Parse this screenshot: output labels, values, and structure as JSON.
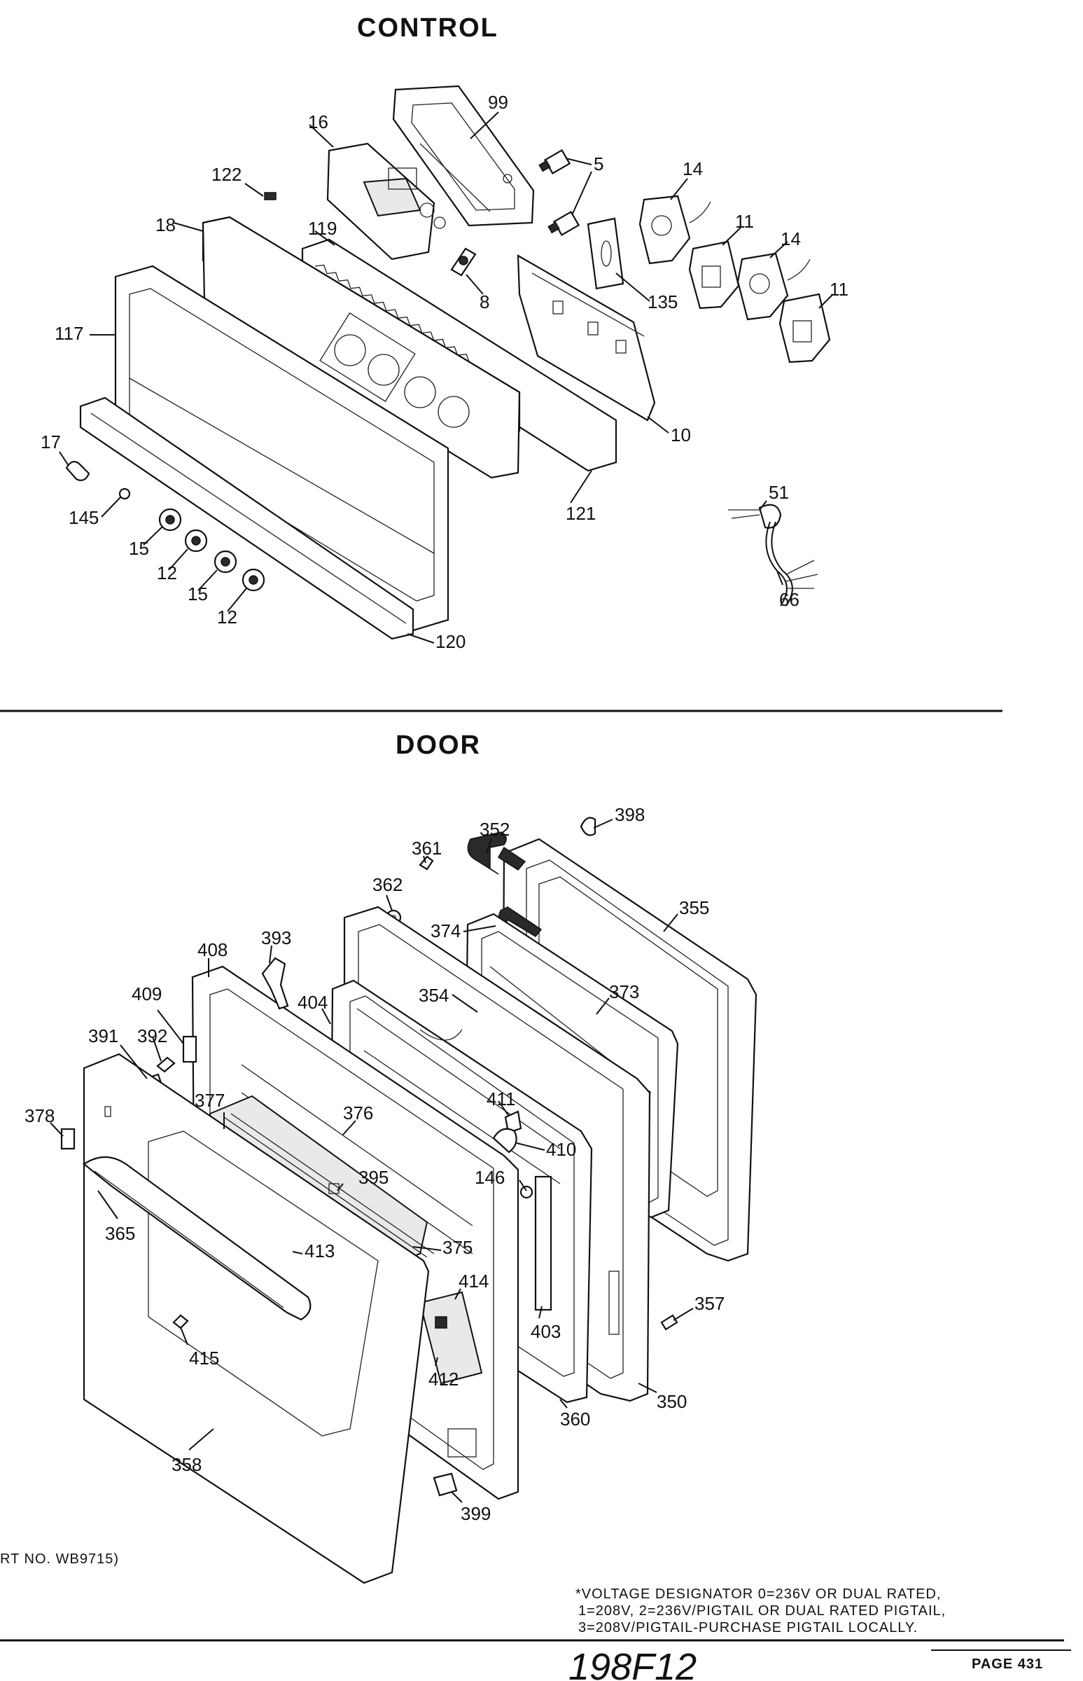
{
  "sections": {
    "control_title": "CONTROL",
    "door_title": "DOOR"
  },
  "control_callouts": [
    "99",
    "16",
    "5",
    "14",
    "122",
    "18",
    "119",
    "11",
    "14",
    "8",
    "135",
    "11",
    "117",
    "10",
    "17",
    "121",
    "51",
    "145",
    "15",
    "12",
    "15",
    "12",
    "66",
    "120"
  ],
  "door_callouts": [
    "398",
    "352",
    "361",
    "362",
    "355",
    "374",
    "393",
    "408",
    "373",
    "354",
    "404",
    "409",
    "392",
    "391",
    "411",
    "377",
    "410",
    "376",
    "378",
    "146",
    "395",
    "365",
    "375",
    "413",
    "414",
    "357",
    "403",
    "415",
    "412",
    "350",
    "360",
    "358",
    "399"
  ],
  "footer": {
    "part_ref": "RT NO. WB9715)",
    "voltage_note_line1": "*VOLTAGE DESIGNATOR 0=236V OR DUAL RATED,",
    "voltage_note_line2": "1=208V, 2=236V/PIGTAIL OR DUAL RATED PIGTAIL,",
    "voltage_note_line3": "3=208V/PIGTAIL-PURCHASE PIGTAIL LOCALLY.",
    "handwritten_code": "198F12",
    "page_label": "PAGE 431"
  }
}
